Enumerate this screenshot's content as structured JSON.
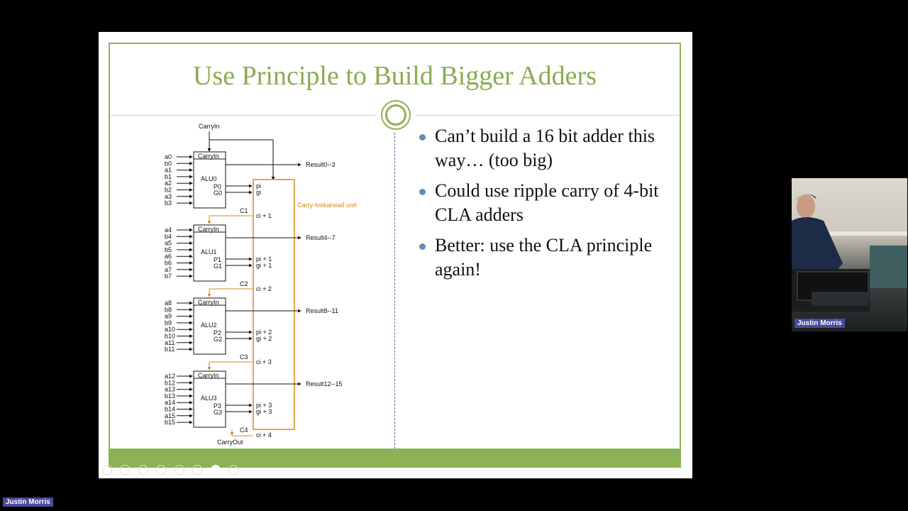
{
  "slide": {
    "title": "Use Principle to Build Bigger Adders",
    "bullets": [
      "Can’t build a 16 bit adder this way… (too big)",
      "Could use ripple carry of 4-bit CLA adders",
      "Better:  use the CLA principle again!"
    ]
  },
  "diagram": {
    "carry_in_label": "CarryIn",
    "carry_out_label": "CarryOut",
    "cla_unit_label": "Carry-lookahead unit",
    "alus": [
      {
        "name": "ALU0",
        "carryin": "CarryIn",
        "inputs": [
          "a0",
          "b0",
          "a1",
          "b1",
          "a2",
          "b2",
          "a3",
          "b3"
        ],
        "p": "P0",
        "g": "G0",
        "result": "Result0--3",
        "pi": "pi",
        "gi": "gi",
        "carry": "C1",
        "ci": "ci + 1"
      },
      {
        "name": "ALU1",
        "carryin": "CarryIn",
        "inputs": [
          "a4",
          "b4",
          "a5",
          "b5",
          "a6",
          "b6",
          "a7",
          "b7"
        ],
        "p": "P1",
        "g": "G1",
        "result": "Result4--7",
        "pi": "pi + 1",
        "gi": "gi + 1",
        "carry": "C2",
        "ci": "ci + 2"
      },
      {
        "name": "ALU2",
        "carryin": "CarryIn",
        "inputs": [
          "a8",
          "b8",
          "a9",
          "b9",
          "a10",
          "b10",
          "a11",
          "b11"
        ],
        "p": "P2",
        "g": "G2",
        "result": "Result8--11",
        "pi": "pi + 2",
        "gi": "gi + 2",
        "carry": "C3",
        "ci": "ci + 3"
      },
      {
        "name": "ALU3",
        "carryin": "CarryIn",
        "inputs": [
          "a12",
          "b12",
          "a13",
          "b13",
          "a14",
          "b14",
          "a15",
          "b15"
        ],
        "p": "P3",
        "g": "G3",
        "result": "Result12--15",
        "pi": "pi + 3",
        "gi": "gi + 3",
        "carry": "C4",
        "ci": "ci + 4"
      }
    ]
  },
  "participants": {
    "presenter_name": "Justin Morris",
    "self_name": "Justin Morris"
  },
  "colors": {
    "accent_green": "#8db255",
    "title_green": "#8aac4f",
    "cla_orange": "#d4891c",
    "bullet_blue": "#5f8fb8",
    "name_tag": "#4a4a9c"
  },
  "toolbar_icons": [
    "back-icon",
    "forward-icon",
    "pen-icon",
    "slides-icon",
    "zoom-icon",
    "menu-icon",
    "video-icon",
    "more-icon"
  ]
}
